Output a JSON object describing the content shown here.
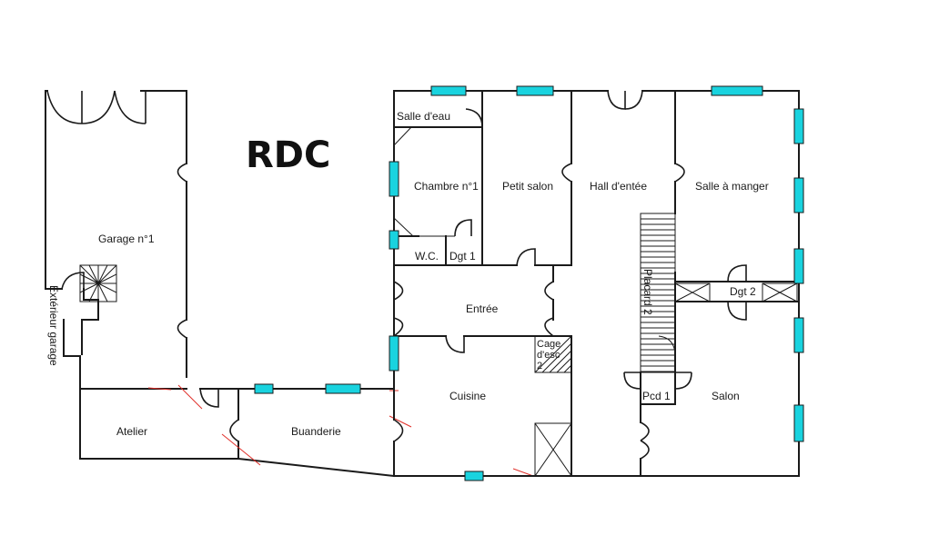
{
  "title": "RDC",
  "rooms": {
    "salle_eau": "Salle d'eau",
    "chambre_1": "Chambre n°1",
    "petit_salon": "Petit salon",
    "hall_entree": "Hall d'entée",
    "salle_a_manger": "Salle à manger",
    "garage_1": "Garage n°1",
    "exterieur_garage": "Extérieur garage",
    "wc": "W.C.",
    "dgt_1": "Dgt 1",
    "dgt_2": "Dgt 2",
    "placard_2": "Placard 2",
    "entree": "Entrée",
    "cage_escalier_2": "Cage d'esc 2",
    "cuisine": "Cuisine",
    "pcd_1": "Pcd 1",
    "salon": "Salon",
    "atelier": "Atelier",
    "buanderie": "Buanderie"
  },
  "colors": {
    "window": "#19d3df",
    "wall": "#1a1a1a",
    "mark": "#e0302a"
  }
}
